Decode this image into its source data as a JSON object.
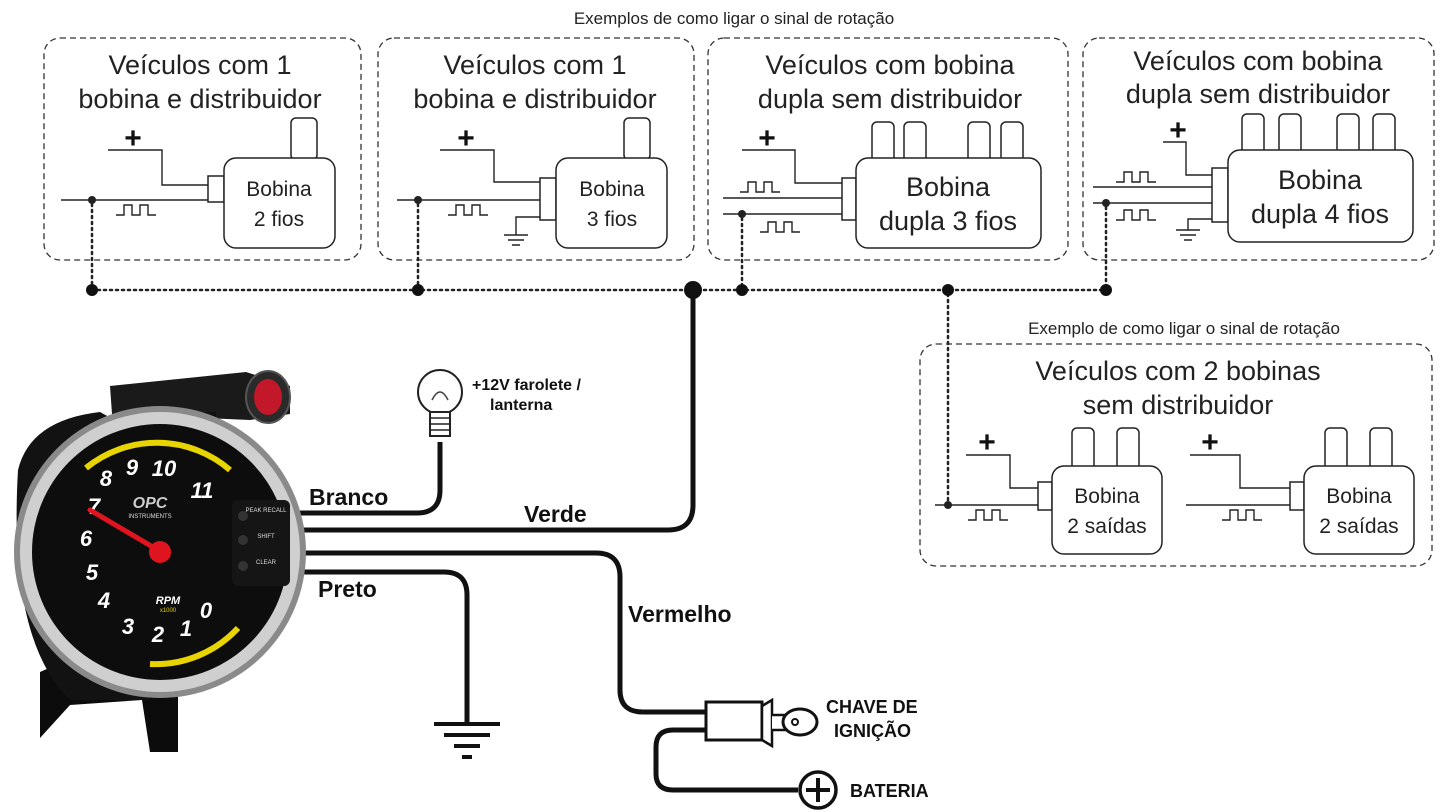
{
  "header_caption": "Exemplos de como ligar o sinal de rotação",
  "secondary_caption": "Exemplo de como ligar o sinal de rotação",
  "boxes": [
    {
      "title1": "Veículos com 1",
      "title2": "bobina e distribuidor",
      "coil1": "Bobina",
      "coil2": "2 fios"
    },
    {
      "title1": "Veículos com 1",
      "title2": "bobina e distribuidor",
      "coil1": "Bobina",
      "coil2": "3 fios"
    },
    {
      "title1": "Veículos com bobina",
      "title2": "dupla sem distribuidor",
      "coil1": "Bobina",
      "coil2": "dupla 3 fios"
    },
    {
      "title1": "Veículos com bobina",
      "title2": "dupla sem distribuidor",
      "coil1": "Bobina",
      "coil2": "dupla 4 fios"
    }
  ],
  "box5": {
    "title1": "Veículos com 2 bobinas",
    "title2": "sem distribuidor",
    "coilA1": "Bobina",
    "coilA2": "2 saídas",
    "coilB1": "Bobina",
    "coilB2": "2 saídas"
  },
  "plus_sign": "+",
  "wires": {
    "branco": "Branco",
    "verde": "Verde",
    "preto": "Preto",
    "vermelho": "Vermelho"
  },
  "lamp": {
    "line1": "+12V farolete /",
    "line2": "lanterna"
  },
  "ignition": {
    "line1": "CHAVE DE",
    "line2": "IGNIÇÃO"
  },
  "battery": {
    "label": "BATERIA"
  },
  "gauge": {
    "brand": "OPC",
    "brand_sub": "INSTRUMENTS",
    "unit": "RPM",
    "unit_sub": "x1000",
    "numbers": [
      "0",
      "1",
      "2",
      "3",
      "4",
      "5",
      "6",
      "7",
      "8",
      "9",
      "10",
      "11"
    ],
    "buttons": [
      "PEAK RECALL",
      "SHIFT",
      "CLEAR"
    ]
  },
  "colors": {
    "line": "#222222",
    "wire": "#111111",
    "gauge_face": "#0d0d0d",
    "needle": "#e0141e",
    "shift_light": "#c2182a"
  }
}
